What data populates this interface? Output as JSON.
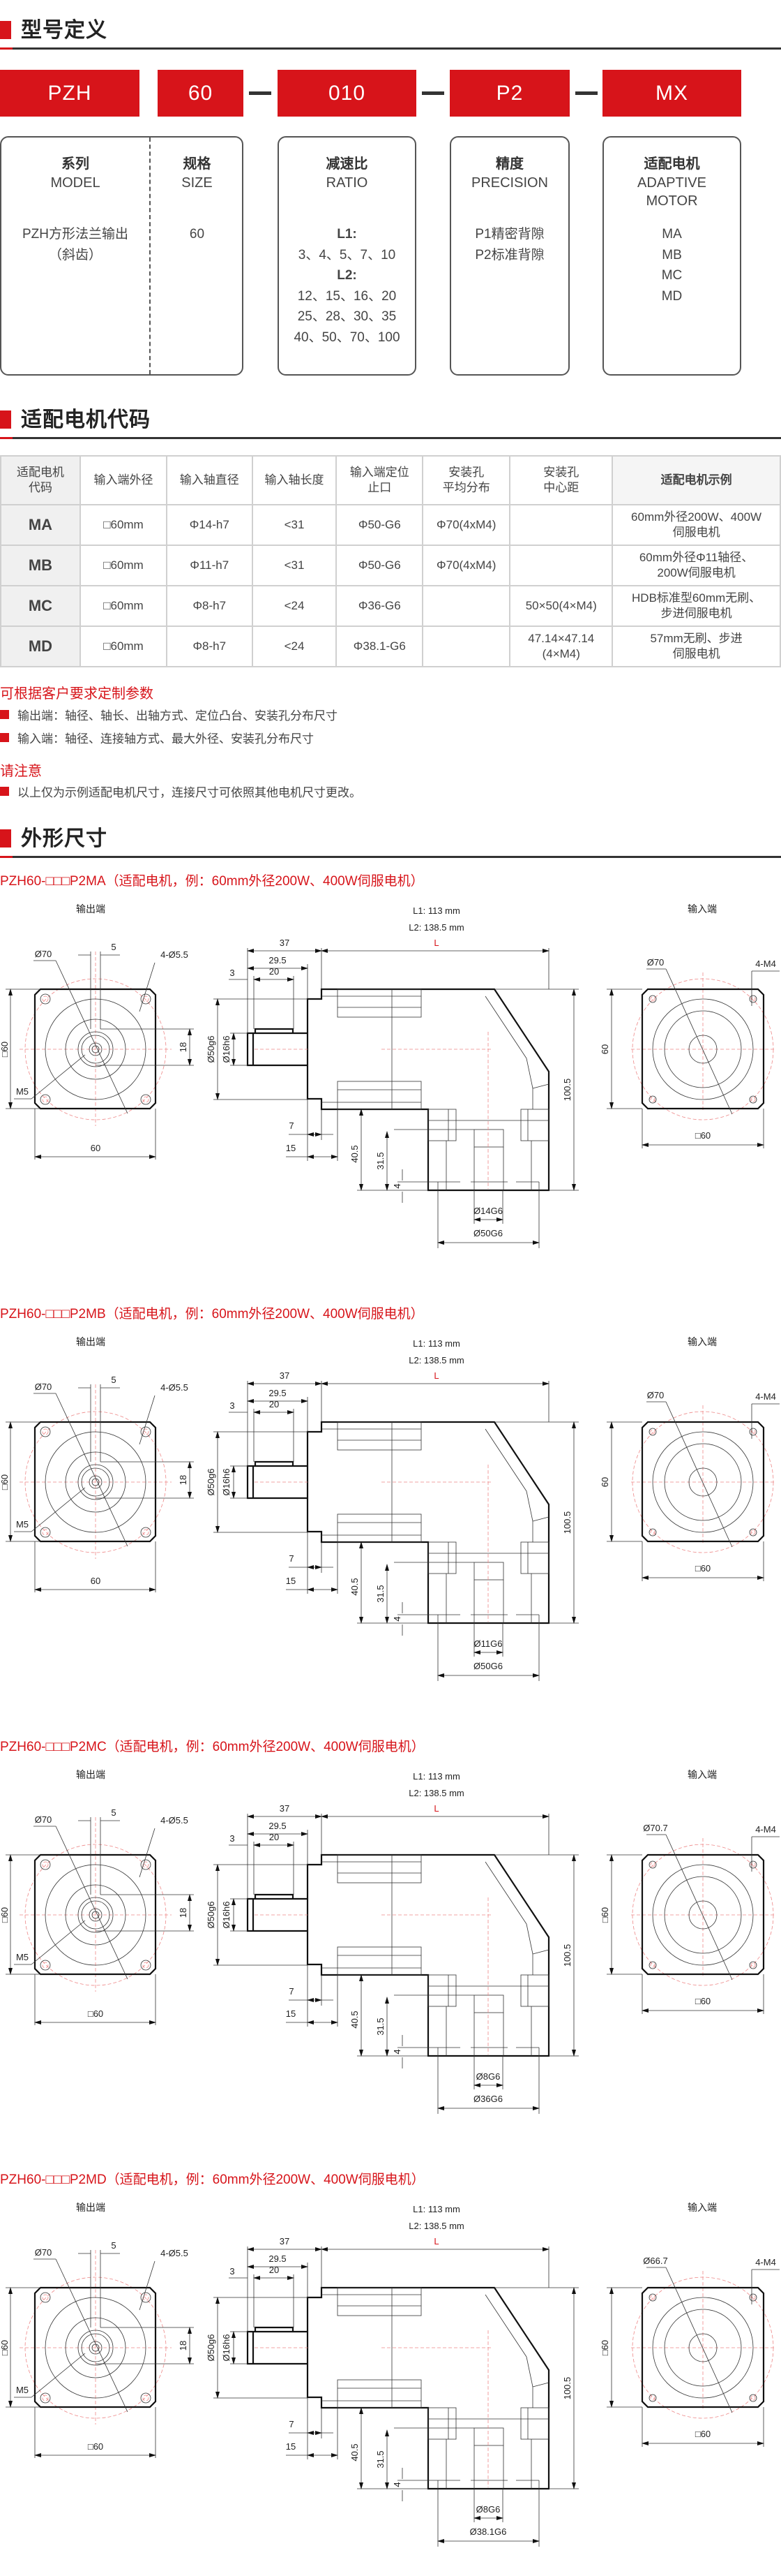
{
  "sections": {
    "model_definition": "型号定义",
    "motor_codes": "适配电机代码",
    "dimensions": "外形尺寸"
  },
  "model_code": {
    "parts": [
      "PZH",
      "60",
      "010",
      "P2",
      "MX"
    ],
    "separator": "—"
  },
  "model_details": {
    "series": {
      "title": "系列",
      "en": "MODEL",
      "lines": [
        "PZH方形法兰输出",
        "（斜齿）"
      ]
    },
    "size": {
      "title": "规格",
      "en": "SIZE",
      "lines": [
        "60"
      ]
    },
    "ratio": {
      "title": "减速比",
      "en": "RATIO",
      "l1_label": "L1:",
      "l1": "3、4、5、7、10",
      "l2_label": "L2:",
      "l2": [
        "12、15、16、20",
        "25、28、30、35",
        "40、50、70、100"
      ]
    },
    "precision": {
      "title": "精度",
      "en": "PRECISION",
      "lines": [
        "P1精密背隙",
        "P2标准背隙"
      ]
    },
    "motor": {
      "title": "适配电机",
      "en": [
        "ADAPTIVE",
        "MOTOR"
      ],
      "lines": [
        "MA",
        "MB",
        "MC",
        "MD"
      ]
    }
  },
  "motor_table": {
    "headers": [
      "适配电机\n代码",
      "输入端外径",
      "输入轴直径",
      "输入轴长度",
      "输入端定位\n止口",
      "安装孔\n平均分布",
      "安装孔\n中心距",
      "适配电机示例"
    ],
    "rows": [
      [
        "MA",
        "□60mm",
        "Φ14-h7",
        "<31",
        "Φ50-G6",
        "Φ70(4xM4)",
        "",
        "60mm外径200W、400W\n伺服电机"
      ],
      [
        "MB",
        "□60mm",
        "Φ11-h7",
        "<31",
        "Φ50-G6",
        "Φ70(4xM4)",
        "",
        "60mm外径Φ11轴径、\n200W伺服电机"
      ],
      [
        "MC",
        "□60mm",
        "Φ8-h7",
        "<24",
        "Φ36-G6",
        "",
        "50×50(4×M4)",
        "HDB标准型60mm无刷、\n步进伺服电机"
      ],
      [
        "MD",
        "□60mm",
        "Φ8-h7",
        "<24",
        "Φ38.1-G6",
        "",
        "47.14×47.14\n(4×M4)",
        "57mm无刷、步进\n伺服电机"
      ]
    ]
  },
  "notes": {
    "custom_heading": "可根据客户要求定制参数",
    "custom_items": [
      "输出端：轴径、轴长、出轴方式、定位凸台、安装孔分布尺寸",
      "输入端：轴径、连接轴方式、最大外径、安装孔分布尺寸"
    ],
    "attention_heading": "请注意",
    "attention_items": [
      "以上仅为示例适配电机尺寸，连接尺寸可依照其他电机尺寸更改。"
    ]
  },
  "drawing_common": {
    "output_label": "输出端",
    "input_label": "输入端",
    "L1": "L1:  113  mm",
    "L2": "L2:  138.5  mm",
    "L": "L",
    "out_circle": "Ø70",
    "key_width": "5",
    "out_holes": "4-Ø5.5",
    "key_height": "18",
    "out_thread": "M5",
    "out_square": "□60",
    "d37": "37",
    "d29_5": "29.5",
    "d3": "3",
    "d20": "20",
    "pilot": "Ø50g6",
    "shaft": "Ø16h6",
    "d7": "7",
    "d15": "15",
    "d40_5": "40.5",
    "d31_5": "31.5",
    "d4": "4",
    "height": "100.5",
    "in_holes": "4-M4",
    "in_bottom": "□60"
  },
  "drawings": [
    {
      "title": "PZH60-□□□P2MA（适配电机，例：60mm外径200W、400W伺服电机）",
      "out_bottom": "60",
      "in_circle": "Ø70",
      "in_left": "60",
      "in_bore": "Ø14G6",
      "in_pilot": "Ø50G6"
    },
    {
      "title": "PZH60-□□□P2MB（适配电机，例：60mm外径200W、400W伺服电机）",
      "out_bottom": "60",
      "in_circle": "Ø70",
      "in_left": "60",
      "in_bore": "Ø11G6",
      "in_pilot": "Ø50G6"
    },
    {
      "title": "PZH60-□□□P2MC（适配电机，例：60mm外径200W、400W伺服电机）",
      "out_bottom": "□60",
      "in_circle": "Ø70.7",
      "in_left": "□60",
      "in_bore": "Ø8G6",
      "in_pilot": "Ø36G6"
    },
    {
      "title": "PZH60-□□□P2MD（适配电机，例：60mm外径200W、400W伺服电机）",
      "out_bottom": "□60",
      "in_circle": "Ø66.7",
      "in_left": "□60",
      "in_bore": "Ø8G6",
      "in_pilot": "Ø38.1G6"
    }
  ],
  "colors": {
    "accent": "#d7141a",
    "text": "#333333",
    "table_header_bg": "#f0f0f0"
  }
}
